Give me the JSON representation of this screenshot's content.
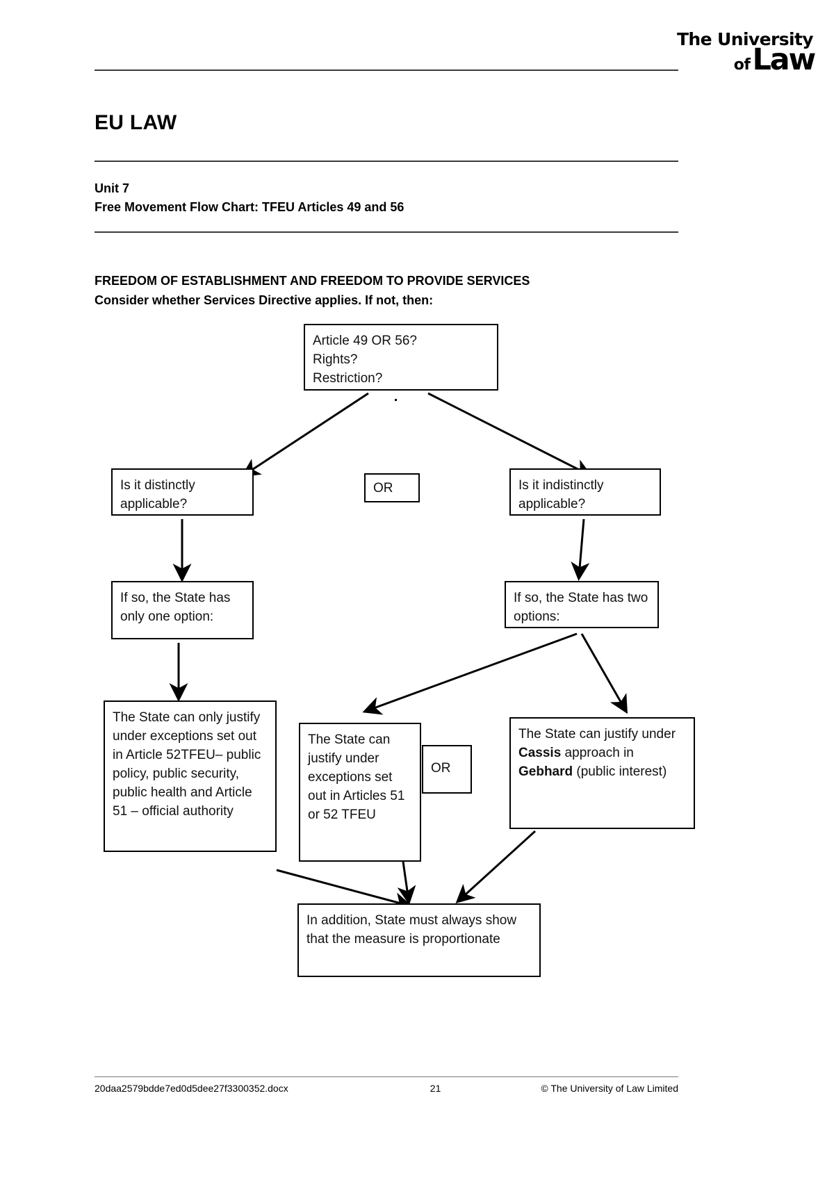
{
  "logo": {
    "line1": "The University",
    "of": "of",
    "law": "Law"
  },
  "header": {
    "title": "EU LAW",
    "unit": "Unit 7",
    "subtitle": "Free Movement Flow Chart: TFEU Articles 49 and 56"
  },
  "section": {
    "heading_line1": "FREEDOM OF ESTABLISHMENT AND FREEDOM TO PROVIDE SERVICES",
    "heading_line2": "Consider whether Services Directive applies. If not, then:"
  },
  "flowchart": {
    "nodes": {
      "top": "Article 49 OR 56?\nRights?\nRestriction?",
      "distinctly": "Is it distinctly applicable?",
      "or_1": "OR",
      "indistinctly": "Is it indistinctly applicable?",
      "one_option": "If so, the State has only one option:",
      "two_options": "If so, the State has two options:",
      "state_only_justify": "The State can only justify under exceptions set out in Article 52TFEU– public policy, public security, public health and Article 51 – official authority",
      "state_can_justify_exceptions": "The State can justify under exceptions set out in Articles 51 or 52 TFEU",
      "or_2": "OR",
      "cassis_prefix": "The State can justify under ",
      "cassis_bold1": "Cassis",
      "cassis_mid": " approach in ",
      "cassis_bold2": "Gebhard",
      "cassis_suffix": " (public interest)",
      "proportionate": "In addition, State must always show that the measure is proportionate"
    }
  },
  "footer": {
    "filename": "20daa2579bdde7ed0d5dee27f3300352.docx",
    "page_number": "21",
    "copyright": "© The University of Law Limited"
  }
}
